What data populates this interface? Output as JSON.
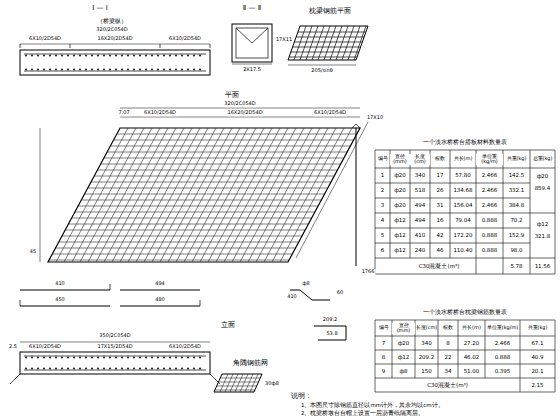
{
  "diagram": {
    "labels": [
      "Ⅰ — Ⅰ",
      "（桥梁纵）",
      "320/2C054D",
      "6X10/2D54D",
      "16X20/2D54D",
      "6X10/2D54D",
      "Ⅱ — Ⅱ",
      "17X11",
      "2X17.5",
      "枕梁钢筋平面",
      "205/sinθ",
      "平面",
      "320/2C054D",
      "7.07",
      "6X10/2D54D",
      "16X20/2D54D",
      "6X10/2D54D",
      "17X10",
      "45",
      "410",
      "450",
      "480",
      "494",
      "1766",
      "ф8",
      "410",
      "60",
      "209.2",
      "53.8",
      "立面",
      "350/2C054D",
      "2.5",
      "6X10/2D54D",
      "17X15/2D54D",
      "6X10/2D54D",
      "角隅钢筋网",
      "30ф8",
      "说明：",
      "1、本图尺寸除钢筋直径以mm计外，其余均以cm计。",
      "2、枕梁桥墩台台帽上设置一层沥青纸隔离层。",
      "一个淡水桥桥台搭板材料数量表",
      "一个淡水桥桥台枕梁钢筋数量表",
      "编号",
      "直径(mm)",
      "长度(cm)",
      "根数",
      "共长(m)",
      "单位重(kg/m)",
      "共重(kg)",
      "总重(kg)",
      "1",
      "ф20",
      "340",
      "17",
      "57.80",
      "2.466",
      "142.5",
      "2",
      "ф20",
      "518",
      "26",
      "134.68",
      "2.466",
      "332.1",
      "3",
      "ф20",
      "494",
      "31",
      "156.04",
      "2.466",
      "384.8",
      "4",
      "ф12",
      "494",
      "16",
      "79.04",
      "0.888",
      "70.2",
      "5",
      "ф12",
      "410",
      "42",
      "172.20",
      "0.888",
      "152.9",
      "6",
      "ф12",
      "240",
      "46",
      "110.40",
      "0.888",
      "98.0",
      "C30混凝土(m³)",
      "5.78",
      "ф20",
      "859.4",
      "ф12",
      "321.8",
      "11.56",
      "编号",
      "直径(mm)",
      "长度(cm)",
      "根数",
      "共长(m)",
      "单位重(kg/m)",
      "共重(kg)",
      "7",
      "ф20",
      "340",
      "8",
      "27.20",
      "2.466",
      "67.1",
      "8",
      "ф12",
      "209.2",
      "22",
      "46.02",
      "0.888",
      "40.9",
      "9",
      "ф8",
      "150",
      "34",
      "51.00",
      "0.395",
      "20.1",
      "C30混凝土(m³)",
      "2.15"
    ]
  }
}
